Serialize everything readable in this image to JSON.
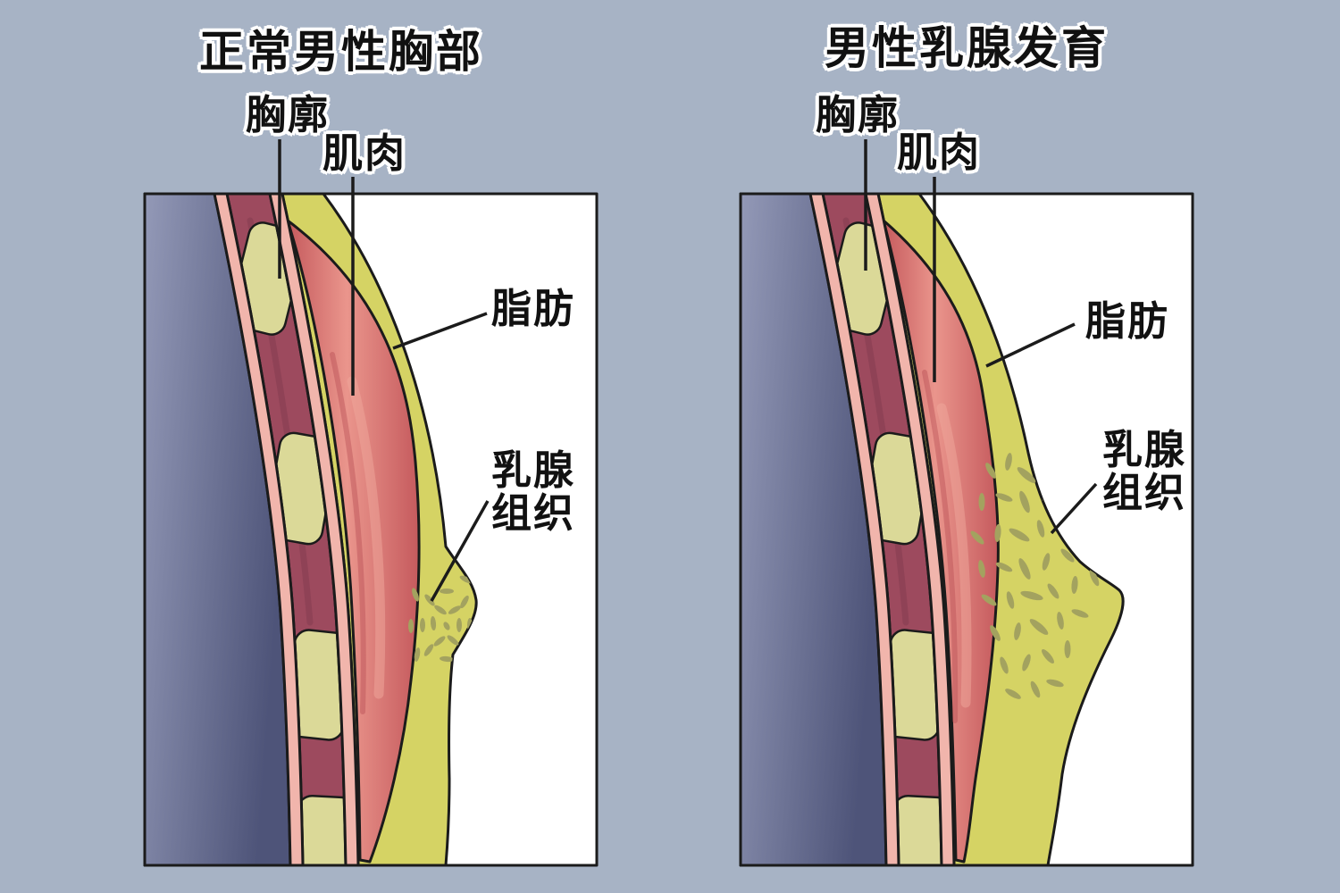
{
  "left_panel": {
    "title": "正常男性胸部",
    "labels": {
      "ribcage": "胸廓",
      "muscle": "肌肉",
      "fat": "脂肪",
      "gland_line1": "乳腺",
      "gland_line2": "组织"
    }
  },
  "right_panel": {
    "title": "男性乳腺发育",
    "labels": {
      "ribcage": "胸廓",
      "muscle": "肌肉",
      "fat": "脂肪",
      "gland_line1": "乳腺",
      "gland_line2": "组织"
    }
  },
  "colors": {
    "bg": "#a7b3c5",
    "panel-bg": "#ffffff",
    "ink": "#1b1b1b",
    "blue-light": "#9399b7",
    "blue-dark": "#4e5479",
    "pink": "#f1b5ac",
    "maroon": "#9d4a5e",
    "maroon-dark": "#7e3a4e",
    "cream": "#dbd998",
    "muscle-edge": "#c55a5d",
    "muscle-mid": "#ea958c",
    "fat": "#d5d364",
    "gland": "#a3a25f",
    "label-ink": "#111111",
    "label-halo": "#ffffff"
  }
}
